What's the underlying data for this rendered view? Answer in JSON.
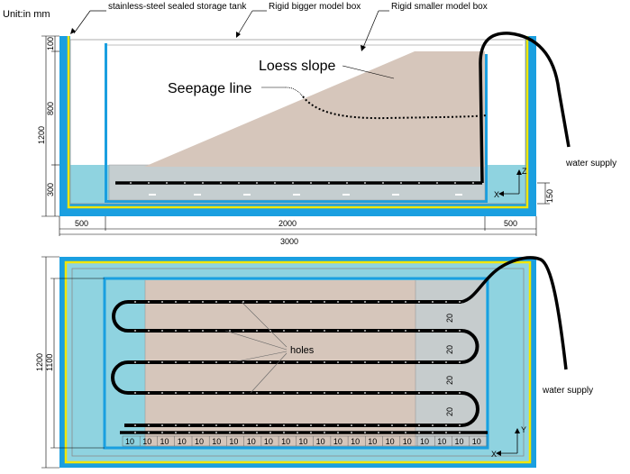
{
  "unit_label": "Unit:in mm",
  "labels": {
    "storage_tank": "stainless-steel sealed storage tank",
    "bigger_box": "Rigid bigger model box",
    "smaller_box": "Rigid smaller model box",
    "loess_slope": "Loess slope",
    "seepage_line": "Seepage line",
    "water_supply_top": "water supply",
    "water_supply_bottom": "water supply",
    "holes": "holes"
  },
  "top_dims": {
    "left_total": "1200",
    "left_100": "100",
    "left_800": "800",
    "left_300": "300",
    "right_150": "150",
    "bottom_500_left": "500",
    "bottom_2000": "2000",
    "bottom_500_right": "500",
    "bottom_3000": "3000",
    "axis_z": "Z",
    "axis_x": "X"
  },
  "bottom_dims": {
    "left_1200": "1200",
    "left_1100": "1100",
    "right_20_labels": [
      "20",
      "20",
      "20",
      "20"
    ],
    "bottom_10_labels": [
      "10",
      "10",
      "10",
      "10",
      "10",
      "10",
      "10",
      "10",
      "10",
      "10",
      "10",
      "10",
      "10",
      "10",
      "10",
      "10",
      "10",
      "10",
      "10",
      "10",
      "10"
    ],
    "axis_y": "Y",
    "axis_x": "X"
  },
  "colors": {
    "tank_blue": "#1a9fe0",
    "water": "#8fd3e0",
    "yellow": "#f2e600",
    "loess": "#d6c6bb",
    "pipe": "#000000"
  }
}
